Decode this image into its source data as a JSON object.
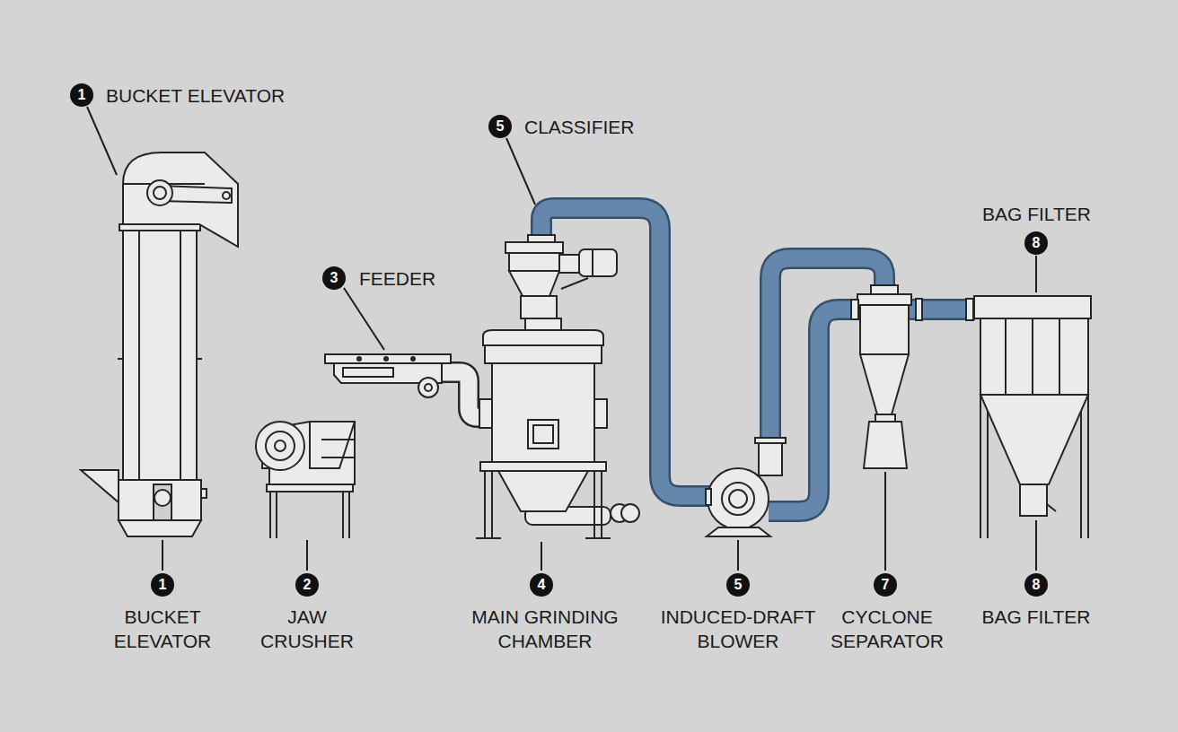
{
  "diagram": {
    "labels": [
      "1",
      "BUCKET ELEVATOR",
      "5",
      "CLASSIFIER",
      "BAG FILTER",
      "8",
      "3",
      "FEEDER",
      "1",
      "BUCKET ELEVATOR",
      "2",
      "JAW CRUSHER",
      "4",
      "MAIN GRINDING CHAMBER",
      "5",
      "INDUCED-DRAFT BLOWER",
      "7",
      "CYCLONE SEPARATOR",
      "8",
      "BAG FILTER"
    ]
  }
}
